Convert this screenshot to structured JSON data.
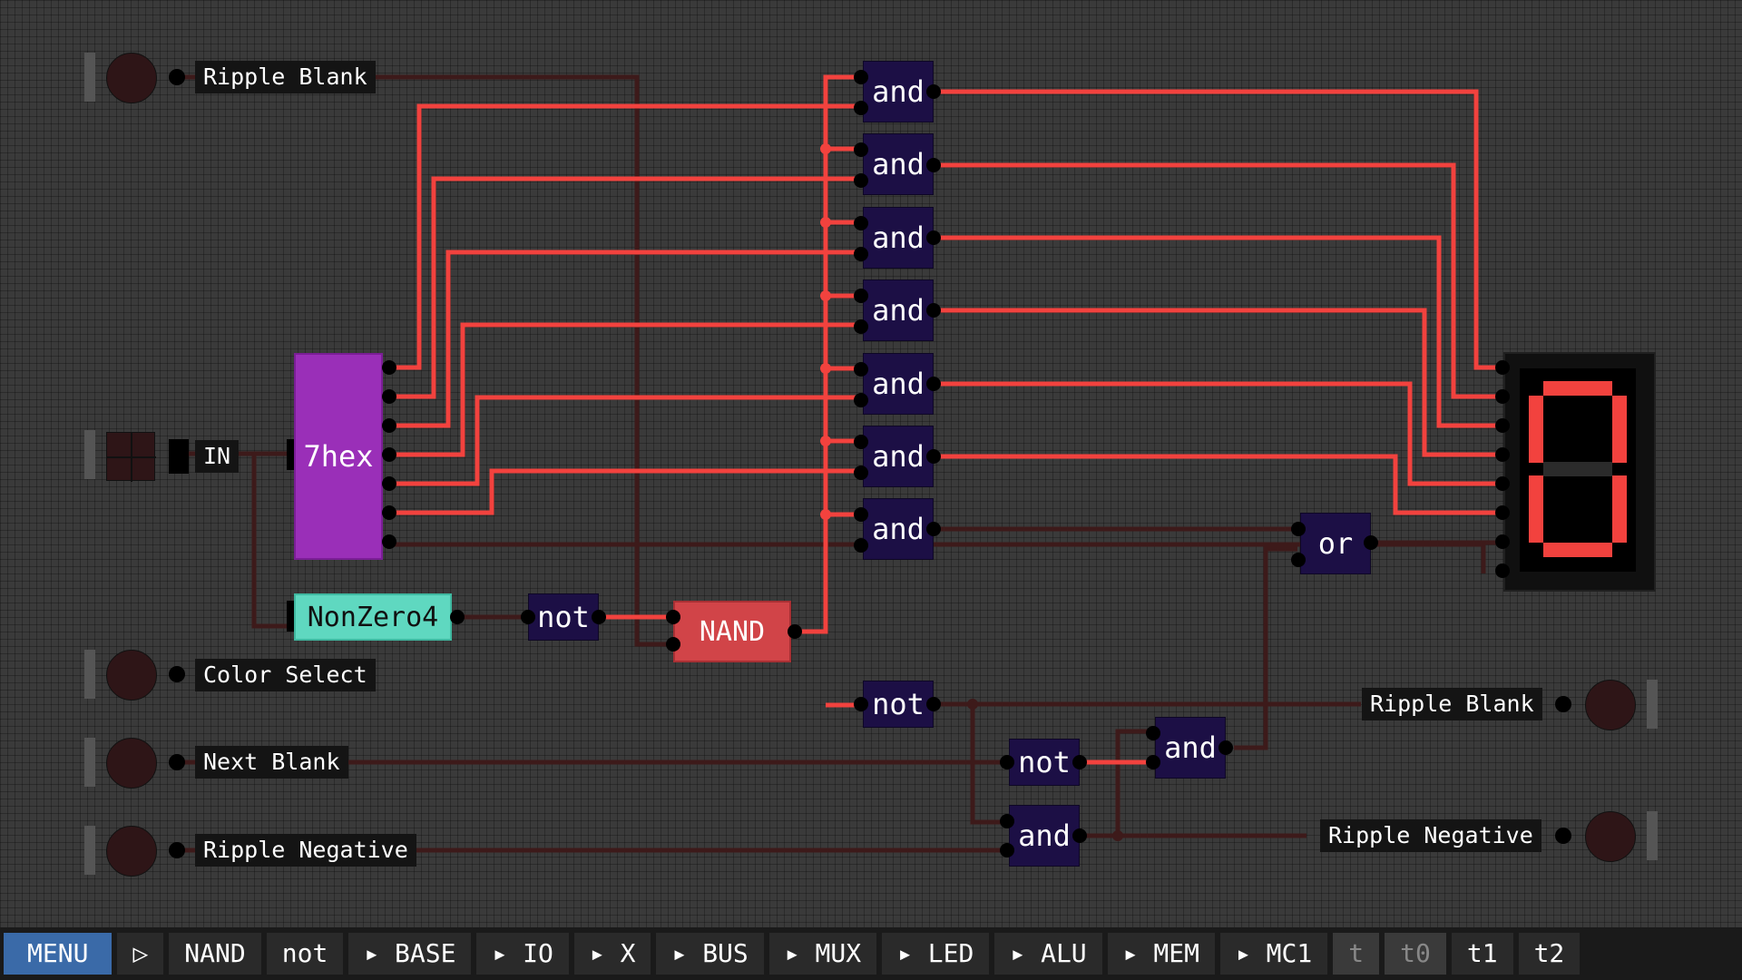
{
  "inputs": {
    "ripple_blank": "Ripple Blank",
    "in": "IN",
    "color_select": "Color Select",
    "next_blank": "Next Blank",
    "ripple_negative": "Ripple Negative"
  },
  "outputs": {
    "ripple_blank": "Ripple Blank",
    "ripple_negative": "Ripple Negative"
  },
  "components": {
    "hex": "7hex",
    "nonzero": "NonZero4",
    "nand": "NAND",
    "not": "not",
    "and": "and",
    "or": "or"
  },
  "display": {
    "digit": "0",
    "color": "#f2423e"
  },
  "colors": {
    "wire_active": "#f2423e",
    "wire_inactive": "#3d1a1a",
    "gate": "#1c0f45",
    "hex": "#9a2fb8",
    "nonzero": "#5fd8c0",
    "nand": "#d14448"
  },
  "toolbar": {
    "menu": "MENU",
    "play_icon": "▷",
    "items": [
      "NAND",
      "not",
      "▸ BASE",
      "▸ IO",
      "▸ X",
      "▸ BUS",
      "▸ MUX",
      "▸ LED",
      "▸ ALU",
      "▸ MEM",
      "▸ MC1"
    ],
    "dim_items": [
      "t",
      "t0"
    ],
    "tail_items": [
      "t1",
      "t2"
    ]
  }
}
